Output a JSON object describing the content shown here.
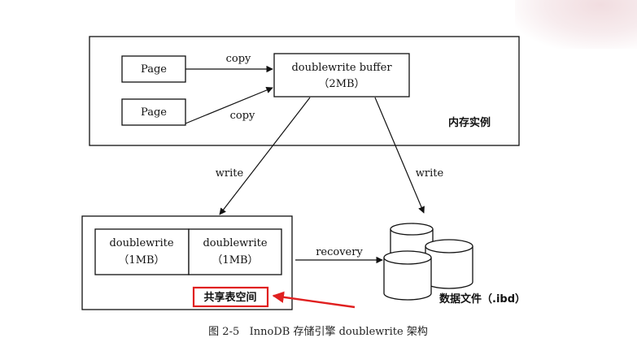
{
  "diagram": {
    "page1_label": "Page",
    "page2_label": "Page",
    "copy1_label": "copy",
    "copy2_label": "copy",
    "buffer_title": "doublewrite buffer",
    "buffer_size": "（2MB）",
    "memory_label": "内存实例",
    "write_left_label": "write",
    "write_right_label": "write",
    "dw1_title": "doublewrite",
    "dw1_size": "（1MB）",
    "dw2_title": "doublewrite",
    "dw2_size": "（1MB）",
    "recovery_label": "recovery",
    "shared_tablespace_label": "共享表空间",
    "datafile_label": "数据文件（.ibd）"
  },
  "caption": {
    "text": "图 2-5   InnoDB 存储引擎 doublewrite 架构"
  },
  "colors": {
    "line": "#111111",
    "highlight": "#e02020",
    "background": "#ffffff"
  }
}
